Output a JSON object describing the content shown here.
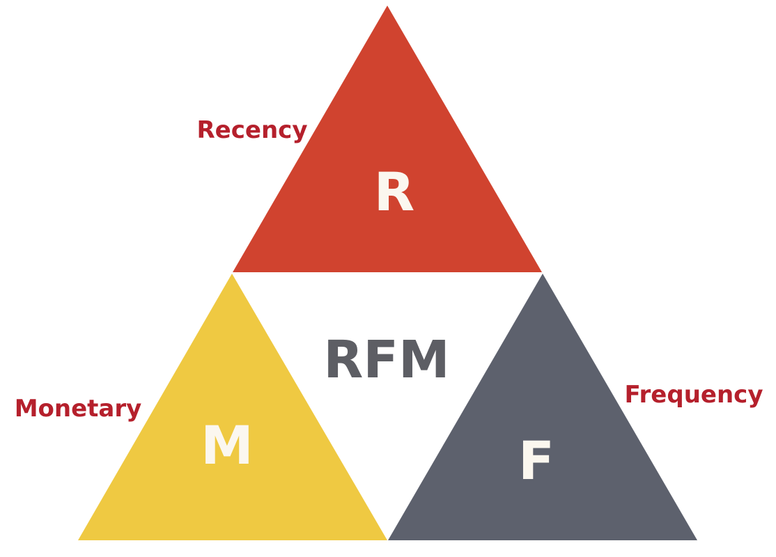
{
  "diagram": {
    "center_label": "RFM",
    "segments": {
      "recency": {
        "letter": "R",
        "label": "Recency",
        "color": "#d0432f"
      },
      "frequency": {
        "letter": "F",
        "label": "Frequency",
        "color": "#5d616d"
      },
      "monetary": {
        "letter": "M",
        "label": "Monetary",
        "color": "#efc942"
      }
    },
    "colors": {
      "label_text": "#b5202c",
      "center_text": "#5d5e64",
      "letter_text": "#fbf7ef",
      "background": "#ffffff"
    }
  }
}
